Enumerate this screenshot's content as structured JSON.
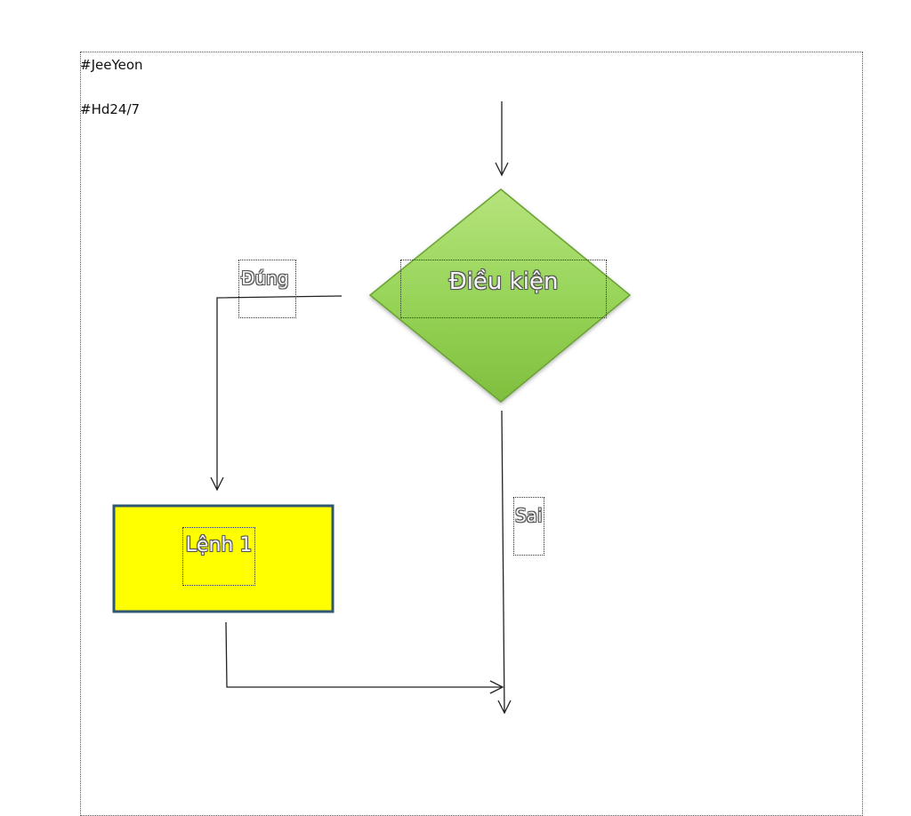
{
  "header": {
    "line1": "#JeeYeon",
    "line2": "#Hd24/7"
  },
  "flowchart": {
    "decision_label": "Điều kiện",
    "true_branch_label": "Đúng",
    "false_branch_label": "Sai",
    "statement_label": "Lệnh 1"
  },
  "colors": {
    "decision_fill": "#92d050",
    "statement_fill": "#ffff00",
    "statement_border": "#2f5773",
    "connector": "#222222"
  }
}
